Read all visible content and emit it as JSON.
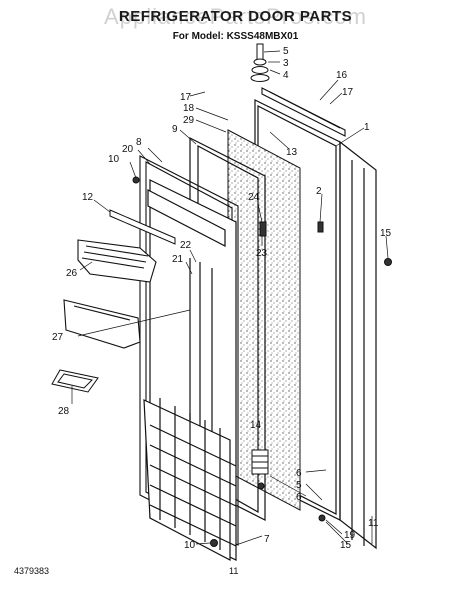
{
  "header": {
    "title": "REFRIGERATOR DOOR PARTS",
    "watermark": "AppliancePartsPros.com",
    "subtitle": "For Model: KSSS48MBX01"
  },
  "footer": {
    "doc_number": "4379383",
    "page_number": "11"
  },
  "callouts": [
    "5",
    "3",
    "4",
    "16",
    "17",
    "17",
    "18",
    "29",
    "9",
    "1",
    "13",
    "8",
    "20",
    "10",
    "2",
    "12",
    "24",
    "23",
    "15",
    "22",
    "26",
    "21",
    "27",
    "28",
    "14",
    "6",
    "5",
    "6",
    "19",
    "11",
    "15",
    "10",
    "7"
  ]
}
